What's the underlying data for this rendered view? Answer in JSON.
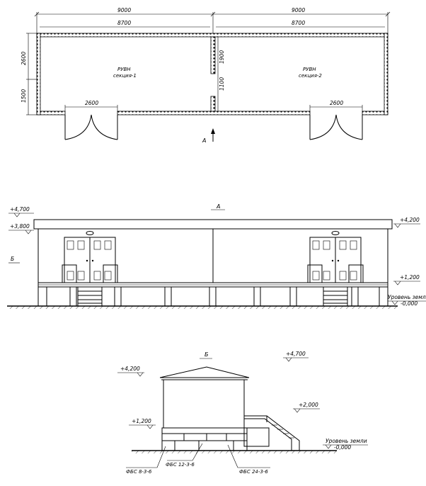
{
  "plan": {
    "overall_left": "9000",
    "inner_left": "8700",
    "overall_right": "9000",
    "inner_right": "8700",
    "left_dim_top": "2600",
    "left_dim_bottom": "1500",
    "partition_dim_top": "1900",
    "partition_dim_bottom": "1100",
    "door_left": "2600",
    "door_right": "2600",
    "section1_title": "РУВН",
    "section1_sub": "секция-1",
    "section2_title": "РУВН",
    "section2_sub": "секция-2",
    "view_mark": "А"
  },
  "facade": {
    "title": "А",
    "side_mark": "Б",
    "level_top_left": "+4,700",
    "level_eave_left": "+3,800",
    "level_roof_right": "+4,200",
    "level_floor_right": "+1,200",
    "ground_label": "Уровень земли",
    "ground_level": "-0,000"
  },
  "side": {
    "title": "Б",
    "level_top": "+4,700",
    "level_roof": "+4,200",
    "level_floor": "+1,200",
    "level_stair": "+2,000",
    "ground_label": "Уровень земли",
    "ground_level": "-0,000",
    "block1": "ФБС 8-3-6",
    "block2": "ФБС 12-3-6",
    "block3": "ФБС 24-3-6"
  }
}
